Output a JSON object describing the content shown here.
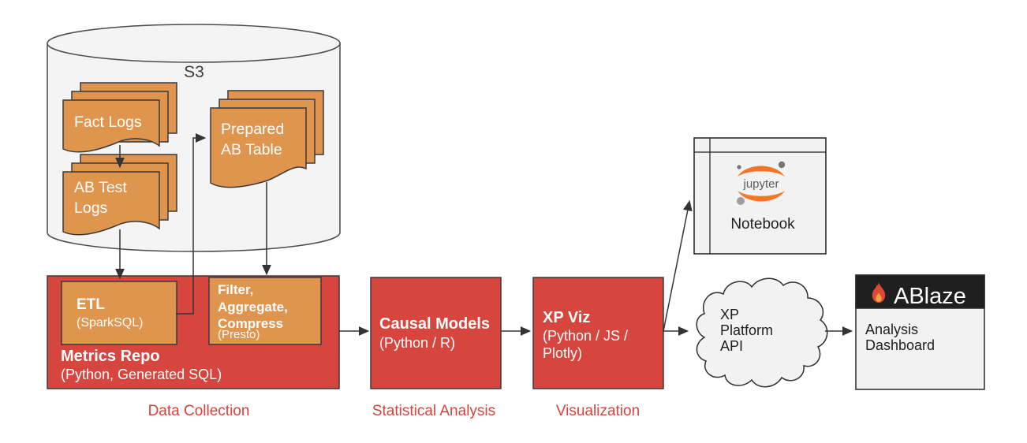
{
  "colors": {
    "box_red": "#d6453e",
    "box_orange": "#e0954f",
    "stage_label_red": "#d8423c",
    "light_gray_fill": "#f2f2f2",
    "outline_dark": "#3a3a3a",
    "ablaze_header_black": "#1f1f1f",
    "jupyter_orange": "#f37626"
  },
  "s3": {
    "label": "S3",
    "fact_logs": "Fact Logs",
    "ab_test_logs": "AB Test Logs",
    "prepared_ab_table": "Prepared AB Table"
  },
  "metrics_repo": {
    "title": "Metrics Repo",
    "subtitle": "(Python, Generated SQL)",
    "etl_title": "ETL",
    "etl_subtitle": "(SparkSQL)",
    "filter_title": "Filter, Aggregate, Compress",
    "filter_subtitle": "(Presto)"
  },
  "causal_models": {
    "title": "Causal Models",
    "subtitle": "(Python / R)"
  },
  "xp_viz": {
    "title": "XP Viz",
    "subtitle": "(Python / JS / Plotly)"
  },
  "notebook": {
    "logo_text": "jupyter",
    "label": "Notebook"
  },
  "cloud": {
    "label": "XP Platform API"
  },
  "ablaze": {
    "title": "ABlaze",
    "body": "Analysis Dashboard"
  },
  "stages": {
    "data_collection": "Data Collection",
    "statistical_analysis": "Statistical Analysis",
    "visualization": "Visualization"
  }
}
